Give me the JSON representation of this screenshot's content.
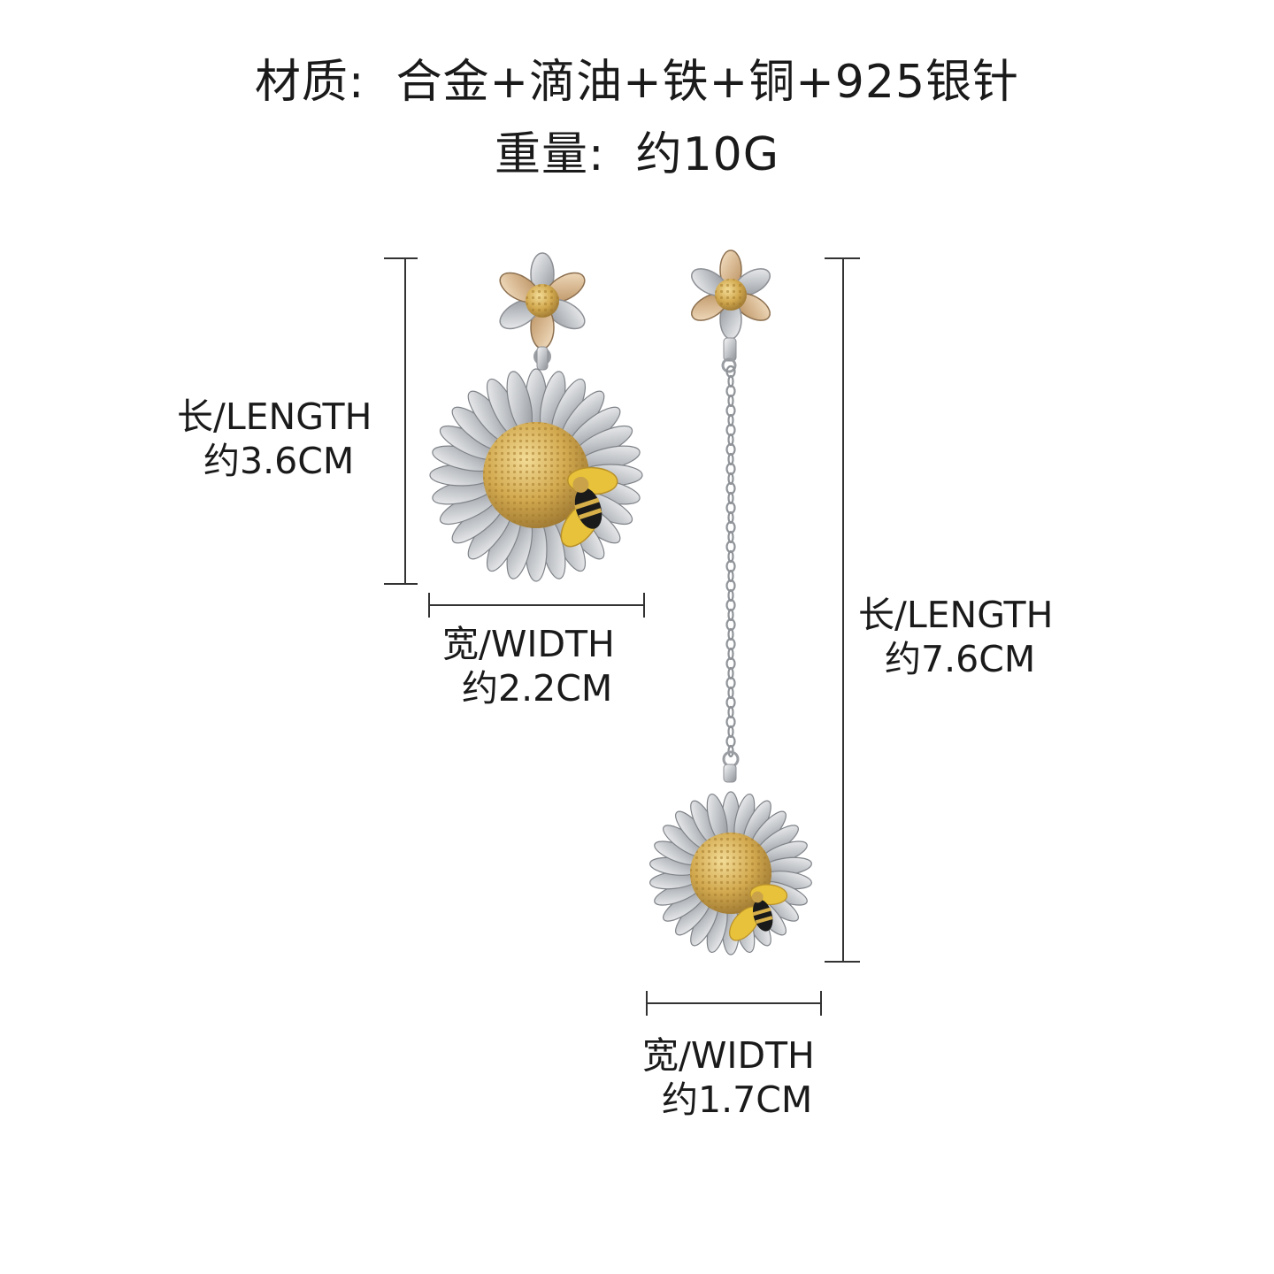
{
  "header": {
    "material_label": "材质:",
    "material_value": "合金+滴油+铁+铜+925银针",
    "weight_label": "重量:",
    "weight_value": "约10G"
  },
  "short_earring": {
    "length_label": "长/LENGTH",
    "length_value": "约3.6CM",
    "width_label": "宽/WIDTH",
    "width_value": "约2.2CM"
  },
  "long_earring": {
    "length_label": "长/LENGTH",
    "length_value": "约7.6CM",
    "width_label": "宽/WIDTH",
    "width_value": "约1.7CM"
  },
  "colors": {
    "background": "#ffffff",
    "text": "#1a1a1a",
    "silver": "#c9cccf",
    "gold": "#c9a24a",
    "bee_yellow": "#e8c23a",
    "bee_black": "#1a1a1a"
  }
}
